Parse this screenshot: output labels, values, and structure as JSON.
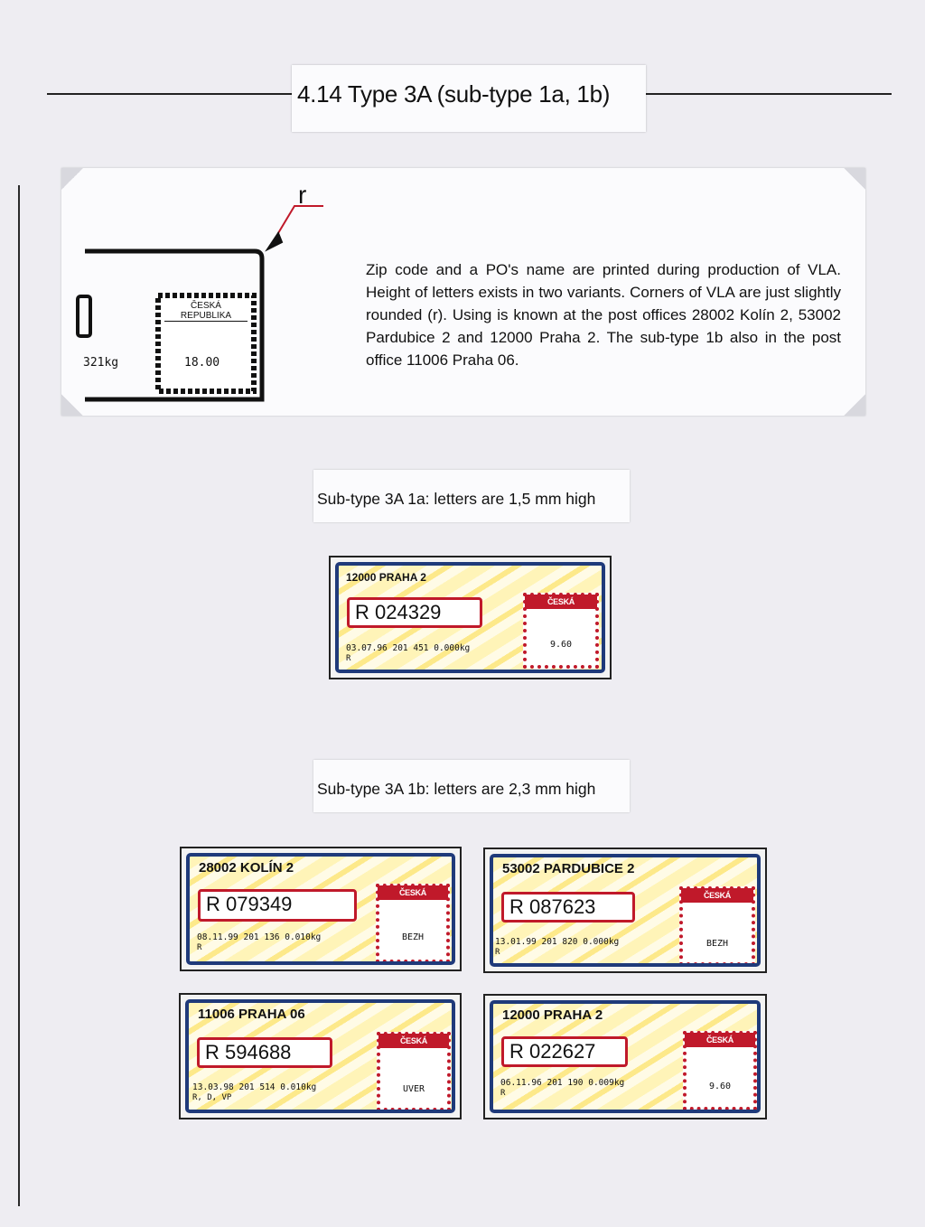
{
  "header": {
    "title": "4.14  Type 3A (sub-type 1a, 1b)"
  },
  "diagram": {
    "marker": "r",
    "stamp_header": "ČESKÁ REPUBLIKA",
    "weight": "321kg",
    "amount": "18.00"
  },
  "description": "Zip code and a PO's name are printed during production of VLA. Height of letters exists in two variants. Corners of VLA are just slightly rounded (r). Using is known at the post offices 28002 Kolín 2, 53002 Pardubice 2 and 12000 Praha 2. The sub-type 1b also in the post office 11006 Praha 06.",
  "captions": {
    "subtype_1a": "Sub-type 3A  1a: letters are 1,5 mm high",
    "subtype_1b": "Sub-type 3A  1b: letters are 2,3 mm high"
  },
  "labels": [
    {
      "office": "12000 PRAHA 2",
      "number": "R 024329",
      "line": "03.07.96 201 451  0.000kg",
      "suffix": "R",
      "stamp": "ČESKÁ REPUBLIKA",
      "value": "9.60"
    },
    {
      "office": "28002 KOLÍN 2",
      "number": "R 079349",
      "line": "08.11.99 201 136  0.010kg",
      "suffix": "R",
      "stamp": "ČESKÁ REPUBLIKA",
      "value": "BEZH"
    },
    {
      "office": "53002 PARDUBICE 2",
      "number": "R 087623",
      "line": "13.01.99 201 820  0.000kg",
      "suffix": "R",
      "stamp": "ČESKÁ REPUBLIKA",
      "value": "BEZH"
    },
    {
      "office": "11006 PRAHA 06",
      "number": "R 594688",
      "line": "13.03.98 201 514  0.010kg",
      "suffix": "R, D, VP",
      "stamp": "ČESKÁ REPUBLIKA",
      "value": "UVER"
    },
    {
      "office": "12000 PRAHA 2",
      "number": "R 022627",
      "line": "06.11.96 201 190  0.009kg",
      "suffix": "R",
      "stamp": "ČESKÁ REPUBLIKA",
      "value": "9.60"
    }
  ],
  "colors": {
    "frame_blue": "#1f3a7a",
    "stamp_red": "#c0192a",
    "label_yellow": "#fde98a"
  }
}
